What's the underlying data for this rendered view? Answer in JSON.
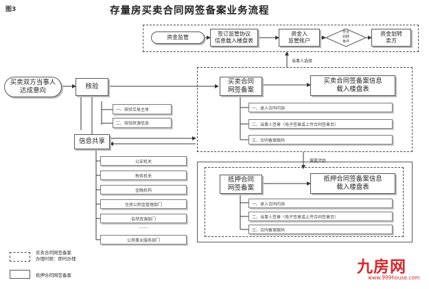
{
  "figure_label": "图3",
  "title": "存量房买卖合同网签备案业务流程",
  "top_flow": {
    "fund_supervision": "资金监管",
    "sign_agreement": "签订监管协议\n信息载入楼盘表",
    "funds_into_account": "资金入\n监管账户",
    "meet_transfer_condition": "符合\n划转\n条件",
    "funds_transfer": "资金划转\n卖方"
  },
  "parties_select": "当事人选择",
  "start": "买卖双方当事人\n达成意向",
  "verify": "核验",
  "verify_items": [
    "一、核验交易主体",
    "二、核验房源信息"
  ],
  "info_share": "信息共享",
  "share_items": [
    "公安机关",
    "税务机关",
    "金融机构",
    "住房公积金管理部门",
    "自然资源部门",
    "……",
    "公用事业服务部门"
  ],
  "sale_contract": {
    "title": "买卖合同\n网签备案",
    "result": "买卖合同签备案信息\n载入楼盘表",
    "steps": [
      "一、录入合同内容",
      "二、当事人签章（电子签章或上传合同签章页）",
      "三、合同备案赋码"
    ]
  },
  "need_loan": "需要贷款",
  "mortgage_contract": {
    "title": "抵押合同\n网签备案",
    "result": "抵押合同签备案信息\n载入楼盘表",
    "steps": [
      "一、录入合同内容",
      "二、当事人签章（电子签章或上传合同签章页）",
      "三、合同备案赋码"
    ]
  },
  "legend": {
    "dashed_label": "买卖合同网签备案\n办理时限：即时办理",
    "solid_label": "抵押合同网签备案"
  },
  "watermark": {
    "brand": "九房网",
    "url": "www.999house.com",
    "color": "#d8262c"
  }
}
